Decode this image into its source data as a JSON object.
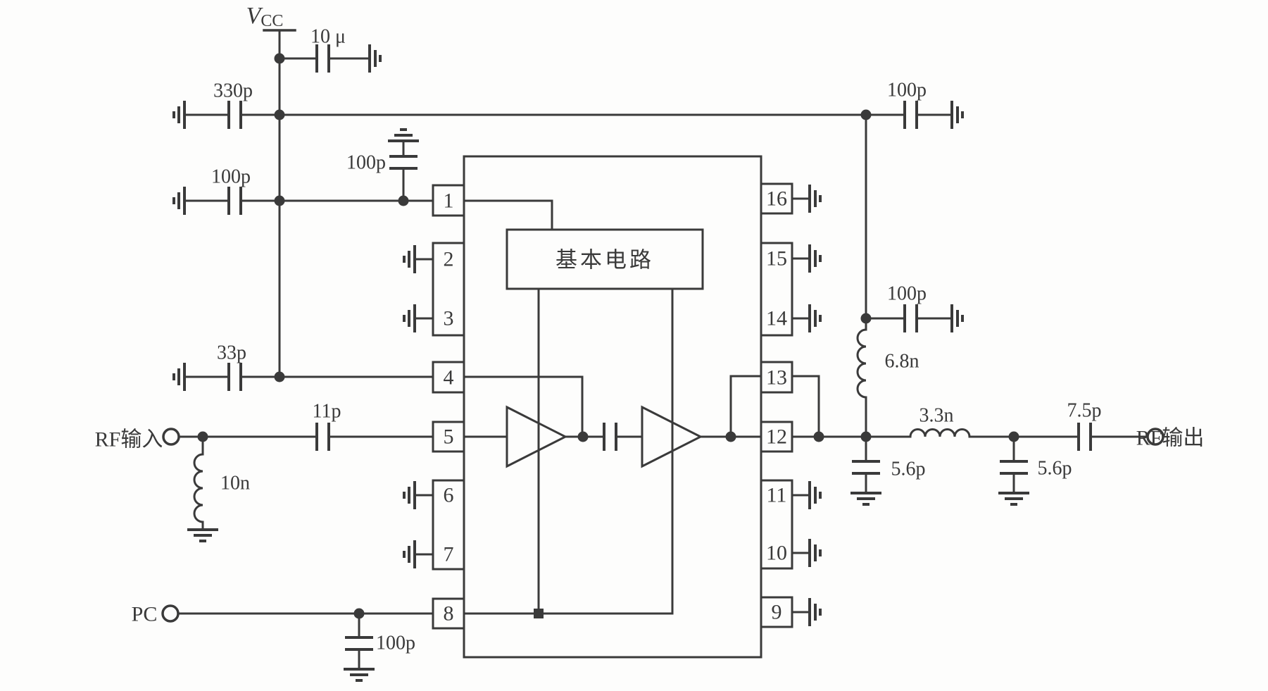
{
  "schematic": {
    "colors": {
      "ink": "#3a3a3a",
      "paper": "#fdfdfc"
    },
    "power": {
      "vcc_main": "V",
      "vcc_sub": "CC"
    },
    "components": {
      "c10u": "10 μ",
      "c330p": "330p",
      "c100p_left": "100p",
      "c100p_pin1": "100p",
      "c33p": "33p",
      "c11p": "11p",
      "l10n": "10n",
      "c100p_pc": "100p",
      "c100p_top_right": "100p",
      "c100p_right": "100p",
      "l6n8": "6.8n",
      "l3n3": "3.3n",
      "c5p6_mid": "5.6p",
      "c5p6_out": "5.6p",
      "c7p5": "7.5p"
    },
    "ic": {
      "core_label": "基本电路",
      "pins": {
        "p1": "1",
        "p2": "2",
        "p3": "3",
        "p4": "4",
        "p5": "5",
        "p6": "6",
        "p7": "7",
        "p8": "8",
        "p9": "9",
        "p10": "10",
        "p11": "11",
        "p12": "12",
        "p13": "13",
        "p14": "14",
        "p15": "15",
        "p16": "16"
      }
    },
    "terminals": {
      "rf_in": "RF输入",
      "pc": "PC",
      "rf_out": "RF输出"
    }
  }
}
